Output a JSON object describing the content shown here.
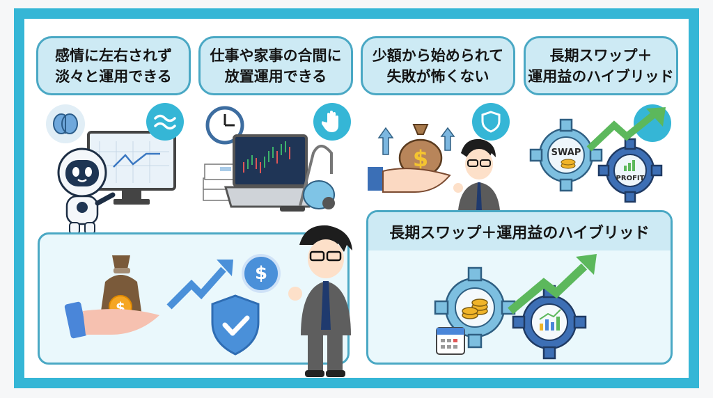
{
  "benefits": [
    {
      "line1": "感情に左右されず",
      "line2": "淡々と運用できる",
      "badge_icon": "wave-icon"
    },
    {
      "line1": "仕事や家事の合間に",
      "line2": "放置運用できる",
      "badge_icon": "hand-icon"
    },
    {
      "line1": "少額から始められて",
      "line2": "失敗が怖くない",
      "badge_icon": "shield-icon"
    },
    {
      "line1": "長期スワップ＋",
      "line2": "運用益のハイブリッド",
      "badge_icon": "arrow-up-icon"
    }
  ],
  "gear_labels": {
    "swap": "SWAP",
    "profit": "PROFIT"
  },
  "bottom_right_panel": {
    "title": "長期スワップ＋運用益のハイブリッド"
  },
  "currency_symbol": "$",
  "colors": {
    "frame": "#35b6d6",
    "pill_bg": "#cdeaf4",
    "pill_border": "#4aa8c4",
    "panel_bg": "#eaf8fc",
    "accent_blue": "#4a90d9",
    "green": "#5cb85c",
    "gold": "#f0b429"
  }
}
